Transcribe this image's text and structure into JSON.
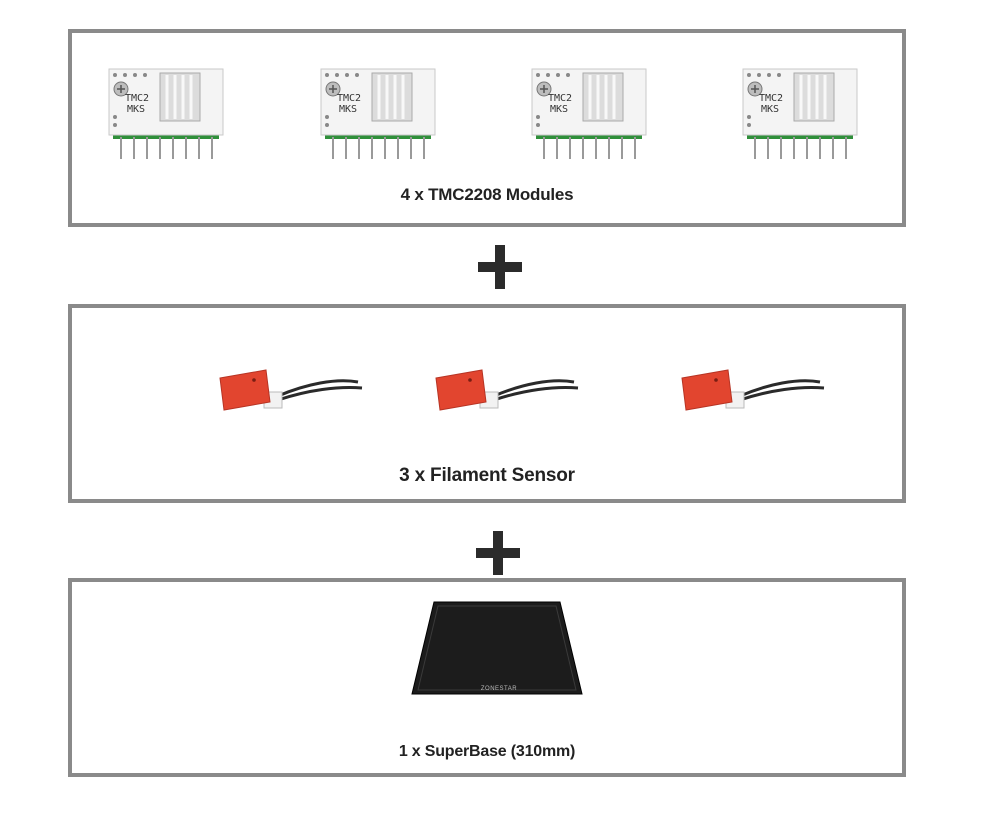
{
  "panels": [
    {
      "caption": "4 x TMC2208 Modules",
      "item": "stepper-driver-module",
      "count": 4,
      "board_label_line1": "TMC2",
      "board_label_line2": "MKS"
    },
    {
      "caption": "3 x Filament Sensor",
      "item": "filament-sensor",
      "count": 3
    },
    {
      "caption": "1 x SuperBase (310mm)",
      "item": "superbase-bed",
      "count": 1,
      "bed_brand": "ZONESTAR"
    }
  ],
  "separators": [
    "plus-icon",
    "plus-icon"
  ],
  "colors": {
    "panel_border": "#8a8a8a",
    "plus": "#2b2b2b",
    "sensor_red": "#e2452f",
    "pcb_green": "#2f8f3a",
    "bed_black": "#1c1c1c"
  }
}
